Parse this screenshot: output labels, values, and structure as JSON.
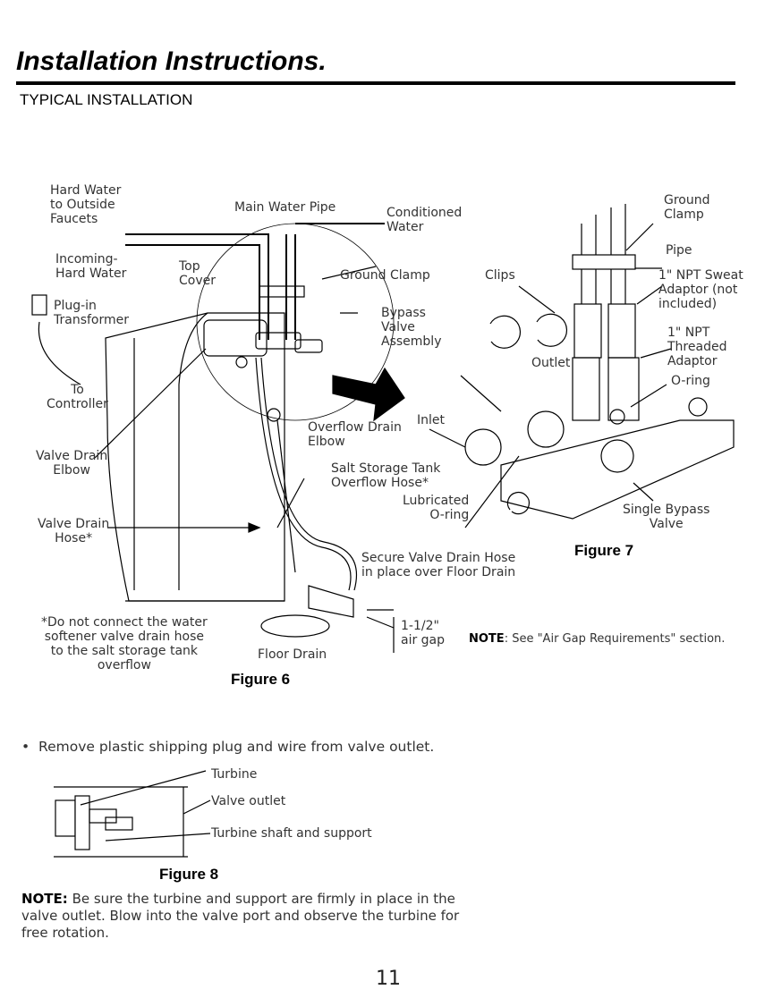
{
  "header": {
    "title": "Installation Instructions.",
    "subtitle": "TYPICAL INSTALLATION"
  },
  "figure6": {
    "caption": "Figure 6",
    "labels": {
      "hard_water": "Hard Water\nto Outside\nFaucets",
      "main_pipe": "Main Water Pipe",
      "conditioned": "Conditioned\nWater",
      "incoming": "Incoming-\nHard Water",
      "top_cover": "Top\nCover",
      "ground_clamp": "Ground Clamp",
      "plug_in": "Plug-in\nTransformer",
      "bypass": "Bypass\nValve\nAssembly",
      "to_controller": "To\nController",
      "overflow_drain": "Overflow Drain\nElbow",
      "valve_drain_elbow": "Valve Drain\nElbow",
      "salt_storage": "Salt Storage Tank\nOverflow Hose*",
      "valve_drain_hose": "Valve Drain\nHose*",
      "secure": "Secure Valve Drain Hose\nin place over Floor Drain",
      "do_not": "*Do not connect the water\nsoftener valve drain hose\nto the salt storage tank\noverflow",
      "floor_drain": "Floor Drain",
      "air_gap": "1-1/2\"\nair gap"
    }
  },
  "figure7": {
    "caption": "Figure 7",
    "labels": {
      "ground_clamp": "Ground\nClamp",
      "pipe": "Pipe",
      "sweat": "1\" NPT Sweat\nAdaptor (not\nincluded)",
      "threaded": "1\" NPT\nThreaded\nAdaptor",
      "oring": "O-ring",
      "clips": "Clips",
      "outlet": "Outlet",
      "inlet": "Inlet",
      "lubricated": "Lubricated\nO-ring",
      "single_bypass": "Single Bypass\nValve"
    },
    "note_label": "NOTE",
    "note_text": ": See \"Air Gap Requirements\" section."
  },
  "bullet": "Remove plastic shipping plug and wire from valve outlet.",
  "figure8": {
    "caption": "Figure 8",
    "labels": {
      "turbine": "Turbine",
      "valve_outlet": "Valve outlet",
      "shaft": "Turbine shaft and support"
    }
  },
  "note8": {
    "label": "NOTE:",
    "text": " Be sure the turbine and support are firmly in place in the valve outlet. Blow into the valve port and observe the turbine for free rotation."
  },
  "page_number": "11"
}
